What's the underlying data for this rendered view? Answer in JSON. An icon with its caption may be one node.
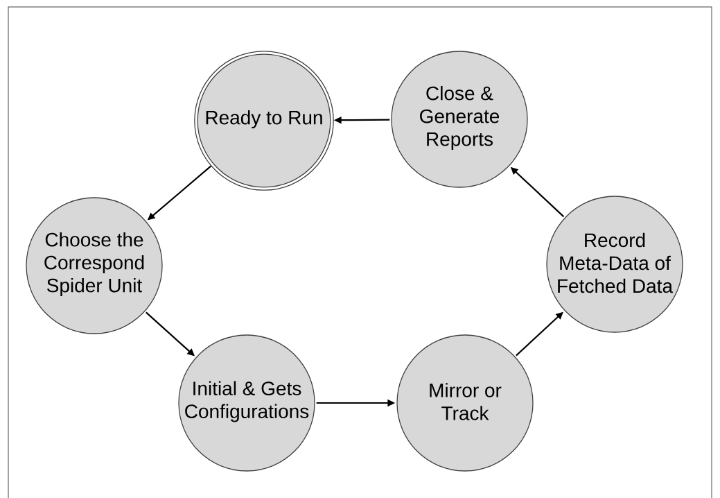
{
  "diagram": {
    "nodes": [
      {
        "text": [
          "Ready to Run"
        ]
      },
      {
        "text": [
          "Close & Generate Reports"
        ]
      },
      {
        "text": [
          "Choose the Correspond Spider Unit"
        ]
      },
      {
        "text": [
          "Record Meta-Data of Fetched Data"
        ]
      },
      {
        "text": [
          "Initial & Gets Configurations"
        ]
      },
      {
        "text": [
          "Mirror or Track"
        ]
      }
    ],
    "edges": [
      {
        "from": 1,
        "to": 0,
        "arrow": "to"
      },
      {
        "from": 0,
        "to": 2,
        "arrow": "to"
      },
      {
        "from": 2,
        "to": 4,
        "arrow": "to"
      },
      {
        "from": 4,
        "to": 5,
        "arrow": "to"
      },
      {
        "from": 5,
        "to": 3,
        "arrow": "to"
      },
      {
        "from": 3,
        "to": 1,
        "arrow": "to"
      }
    ]
  }
}
